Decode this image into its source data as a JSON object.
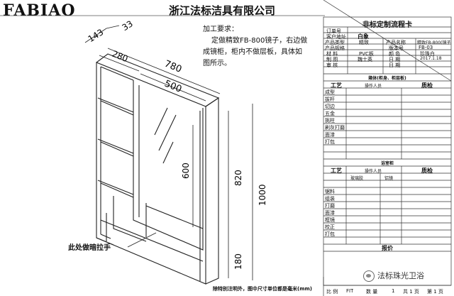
{
  "header": {
    "logo": "FABIAO",
    "company": "浙江法标洁具有限公司"
  },
  "notes": {
    "title": "加工要求：",
    "lines": [
      "定做精致FB-800镜子，右边做",
      "成镜柜，柜内不做层板，具体如",
      "图所示。"
    ]
  },
  "dimensions": {
    "d143": "143",
    "d33": "33",
    "d280": "280",
    "d780": "780",
    "d500": "500",
    "d600": "600",
    "d820": "820",
    "d1000": "1000",
    "d180": "180"
  },
  "labels": {
    "handle": "此处做暗拉手",
    "footnote": "除特别注明外，图中尺寸单位都是毫米(mm)",
    "watermark": "法标珠光卫浴"
  },
  "card": {
    "title": "非标定制流程卡",
    "order_no_label": "订单号",
    "customer_label": "客户地址",
    "customer_value": "白象",
    "product_type_label": "产品类型",
    "product_type_value": "精致",
    "product_name_label": "产品名称",
    "product_name_value": "精致FB-800(镜子)",
    "spec_label": "产品规格",
    "version_label": "版本号",
    "version_value": "FB-03",
    "material_label": "材 料",
    "material_value": "PVC板",
    "color_label": "颜 色",
    "color_value": "珍珠白",
    "maker_label": "制 图",
    "maker_value": "魏士英",
    "date_label": "日 期",
    "date_value": "2017.1.18",
    "review_label": "审 核",
    "review_date_label": "日 期",
    "section1": "箱体(柜身、柜层板)",
    "col_process": "工艺",
    "col_operator": "操作人员",
    "col_quality": "质检",
    "processes1": [
      "成型",
      "拔杆",
      "切边",
      "五金",
      "挑柱",
      "刷灰打磨",
      "面漆",
      "打包"
    ],
    "section2": "浴室柜",
    "sub_sealant": "玻璃胶",
    "sub_mirror": "铝镜",
    "processes2": [
      "锯料",
      "组装",
      "打磨",
      "面漆",
      "框镜",
      "校正",
      "打包"
    ],
    "quote": "报价",
    "bottom_scale_label": "比 例",
    "bottom_scale_value": "FIT",
    "bottom_qty_label": "数 量",
    "bottom_qty_value": "1",
    "bottom_total": "共 1 页",
    "bottom_page": "第 1 页"
  }
}
